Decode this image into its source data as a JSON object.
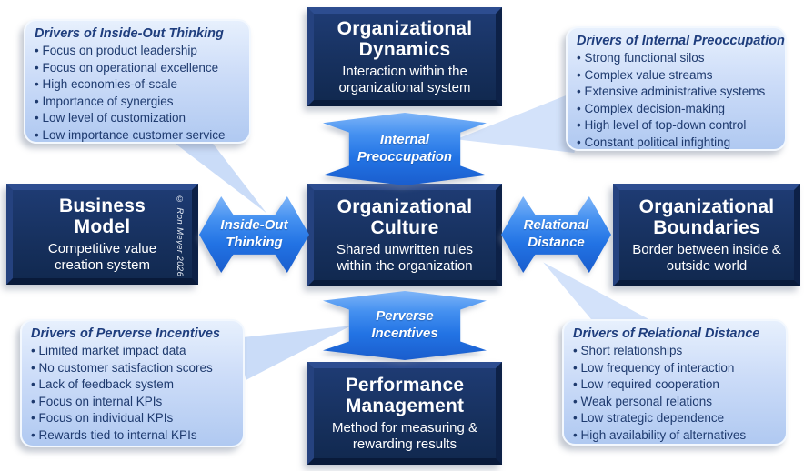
{
  "copyright": "© Ron Meyer 2026",
  "colors": {
    "box_fill": "#16305E",
    "arrow_blue": "#2273E4",
    "callout_fill": "#C7D9F7",
    "callout_heading_text": "#1F3E7E",
    "callout_body_text": "#1E3A6E",
    "box_text": "#FFFFFF"
  },
  "boxes": {
    "dynamics": {
      "title": "Organizational\nDynamics",
      "subtitle": "Interaction within the\norganizational system"
    },
    "business": {
      "title": "Business\nModel",
      "subtitle": "Competitive value\ncreation system"
    },
    "culture": {
      "title": "Organizational\nCulture",
      "subtitle": "Shared unwritten rules\nwithin the organization"
    },
    "boundaries": {
      "title": "Organizational\nBoundaries",
      "subtitle": "Border between inside &\noutside world"
    },
    "performance": {
      "title": "Performance\nManagement",
      "subtitle": "Method for measuring &\nrewarding results"
    }
  },
  "arrows": {
    "internal": {
      "label": "Internal\nPreoccupation"
    },
    "inside_out": {
      "label": "Inside-Out\nThinking"
    },
    "relational": {
      "label": "Relational\nDistance"
    },
    "perverse": {
      "label": "Perverse\nIncentives"
    }
  },
  "callouts": {
    "inside_out": {
      "title": "Drivers of Inside-Out Thinking",
      "items": [
        "Focus on product leadership",
        "Focus on operational excellence",
        "High economies-of-scale",
        "Importance of synergies",
        "Low level of customization",
        "Low importance customer service"
      ]
    },
    "internal": {
      "title": "Drivers of Internal Preoccupation",
      "items": [
        "Strong functional silos",
        "Complex value streams",
        "Extensive administrative systems",
        "Complex decision-making",
        "High level of top-down control",
        "Constant political infighting"
      ]
    },
    "perverse": {
      "title": "Drivers of Perverse Incentives",
      "items": [
        "Limited market impact data",
        "No customer satisfaction scores",
        "Lack of feedback system",
        "Focus on internal KPIs",
        "Focus on individual KPIs",
        "Rewards tied to internal KPIs"
      ]
    },
    "relational": {
      "title": "Drivers of Relational Distance",
      "items": [
        "Short relationships",
        "Low frequency of interaction",
        "Low required cooperation",
        "Weak personal relations",
        "Low strategic dependence",
        "High availability of alternatives"
      ]
    }
  }
}
